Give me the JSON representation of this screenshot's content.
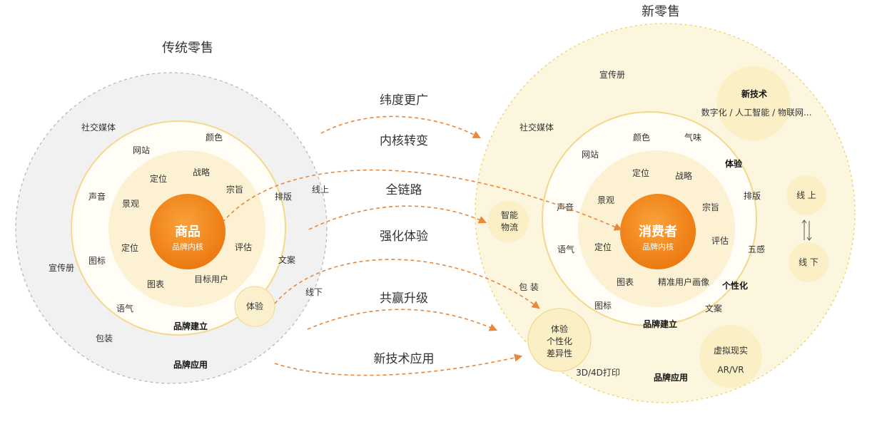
{
  "colors": {
    "orange": "#f08a1c",
    "dashed_orange": "#e9873a",
    "ring_fill": "#fbf2d2",
    "inner_fill": "#fcf5de",
    "outer_grey": "#f1f1f1",
    "big_fill": "#fdf6df"
  },
  "traditional": {
    "title": "传统零售",
    "core": {
      "title": "商品",
      "subtitle": "品牌内核"
    },
    "inner": [
      "定位",
      "战略",
      "宗旨",
      "景观",
      "定位",
      "评估",
      "图表",
      "目标用户"
    ],
    "middle": [
      "网站",
      "颜色",
      "声音",
      "排版",
      "图标",
      "文案",
      "语气"
    ],
    "experience_bubble": "体验",
    "brand_build": "品牌建立",
    "outer": [
      "社交媒体",
      "宣传册",
      "包装",
      "线上",
      "线下"
    ],
    "brand_apply": "品牌应用"
  },
  "arrows": [
    "纬度更广",
    "内核转变",
    "全链路",
    "强化体验",
    "共赢升级",
    "新技术应用"
  ],
  "new_retail": {
    "title": "新零售",
    "core": {
      "title": "消费者",
      "subtitle": "品牌内核"
    },
    "inner": [
      "定位",
      "战略",
      "景观",
      "宗旨",
      "声音",
      "定位",
      "评估",
      "图表",
      "精准用户画像"
    ],
    "middle": [
      "颜色",
      "气味",
      "网站",
      "体验",
      "排版",
      "五感",
      "语气",
      "个性化",
      "图标",
      "文案"
    ],
    "brand_build": "品牌建立",
    "outer": [
      "宣传册",
      "社交媒体",
      "包 装",
      "3D/4D打印"
    ],
    "brand_apply": "品牌应用",
    "tech_bubble": {
      "title": "新技术",
      "subtitle": "数字化 / 人工智能 / 物联网..."
    },
    "logistics_bubble": [
      "智能",
      "物流"
    ],
    "online": "线 上",
    "offline": "线 下",
    "experience_bubble": [
      "体验",
      "个性化",
      "差异性"
    ],
    "vr_bubble": [
      "虚拟现实",
      "AR/VR"
    ]
  }
}
